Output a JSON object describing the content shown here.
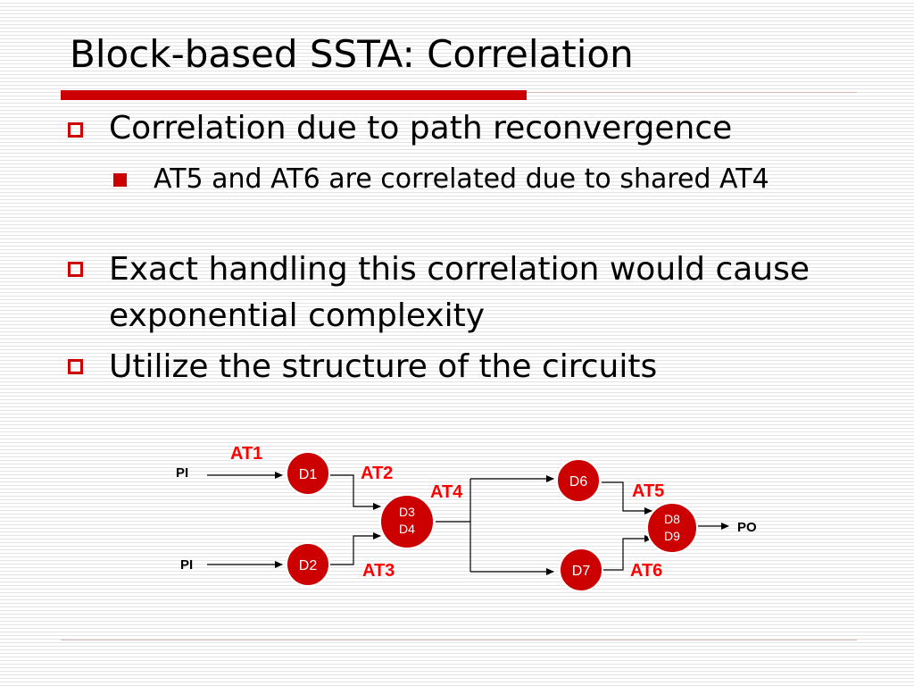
{
  "slide": {
    "title": "Block-based SSTA: Correlation",
    "bullets": [
      {
        "text": "Correlation due to path reconvergence"
      },
      {
        "text": "AT5 and AT6 are correlated due to shared AT4"
      },
      {
        "text": "Exact handling this correlation would cause exponential complexity"
      },
      {
        "text": "Utilize the structure of the circuits"
      }
    ]
  },
  "diagram": {
    "inputs": [
      "PI",
      "PI"
    ],
    "output": "PO",
    "nodes": {
      "d1": "D1",
      "d2": "D2",
      "d34": [
        "D3",
        "D4"
      ],
      "d6": "D6",
      "d7": "D7",
      "d89": [
        "D8",
        "D9"
      ]
    },
    "arrival_times": {
      "at1": "AT1",
      "at2": "AT2",
      "at3": "AT3",
      "at4": "AT4",
      "at5": "AT5",
      "at6": "AT6"
    },
    "colors": {
      "node_fill": "#cc0000",
      "label": "#ff0000",
      "accent": "#cc0000"
    }
  }
}
